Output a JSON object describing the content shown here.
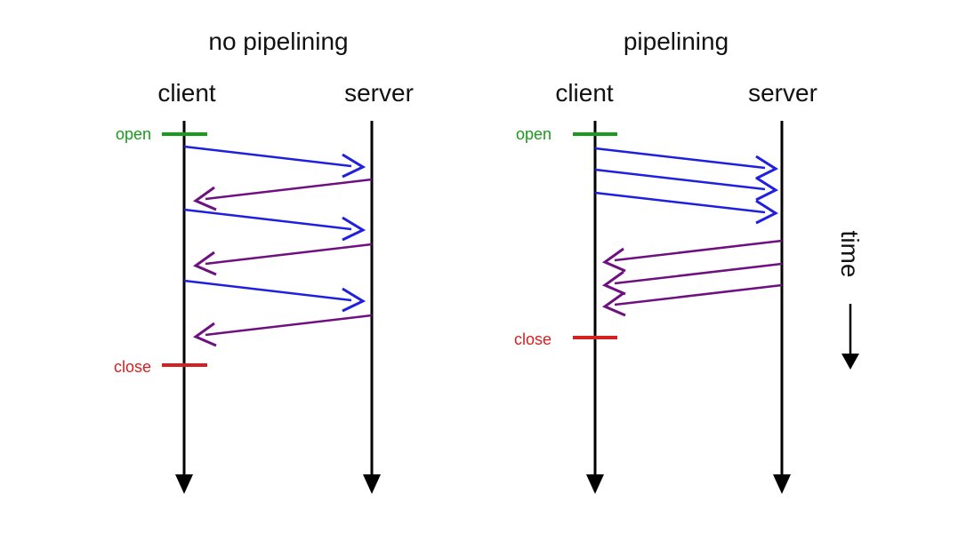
{
  "colors": {
    "timeline": "#000000",
    "request": "#1f1fe0",
    "response": "#6e1080",
    "open": "#1a9a1a",
    "close": "#d42020"
  },
  "panels": [
    {
      "title": "no pipelining",
      "client_label": "client",
      "server_label": "server",
      "open_label": "open",
      "close_label": "close",
      "messages": [
        {
          "direction": "request"
        },
        {
          "direction": "response"
        },
        {
          "direction": "request"
        },
        {
          "direction": "response"
        },
        {
          "direction": "request"
        },
        {
          "direction": "response"
        }
      ]
    },
    {
      "title": "pipelining",
      "client_label": "client",
      "server_label": "server",
      "open_label": "open",
      "close_label": "close",
      "messages": [
        {
          "direction": "request"
        },
        {
          "direction": "request"
        },
        {
          "direction": "request"
        },
        {
          "direction": "response"
        },
        {
          "direction": "response"
        },
        {
          "direction": "response"
        }
      ]
    }
  ],
  "time_axis": {
    "label": "time"
  }
}
